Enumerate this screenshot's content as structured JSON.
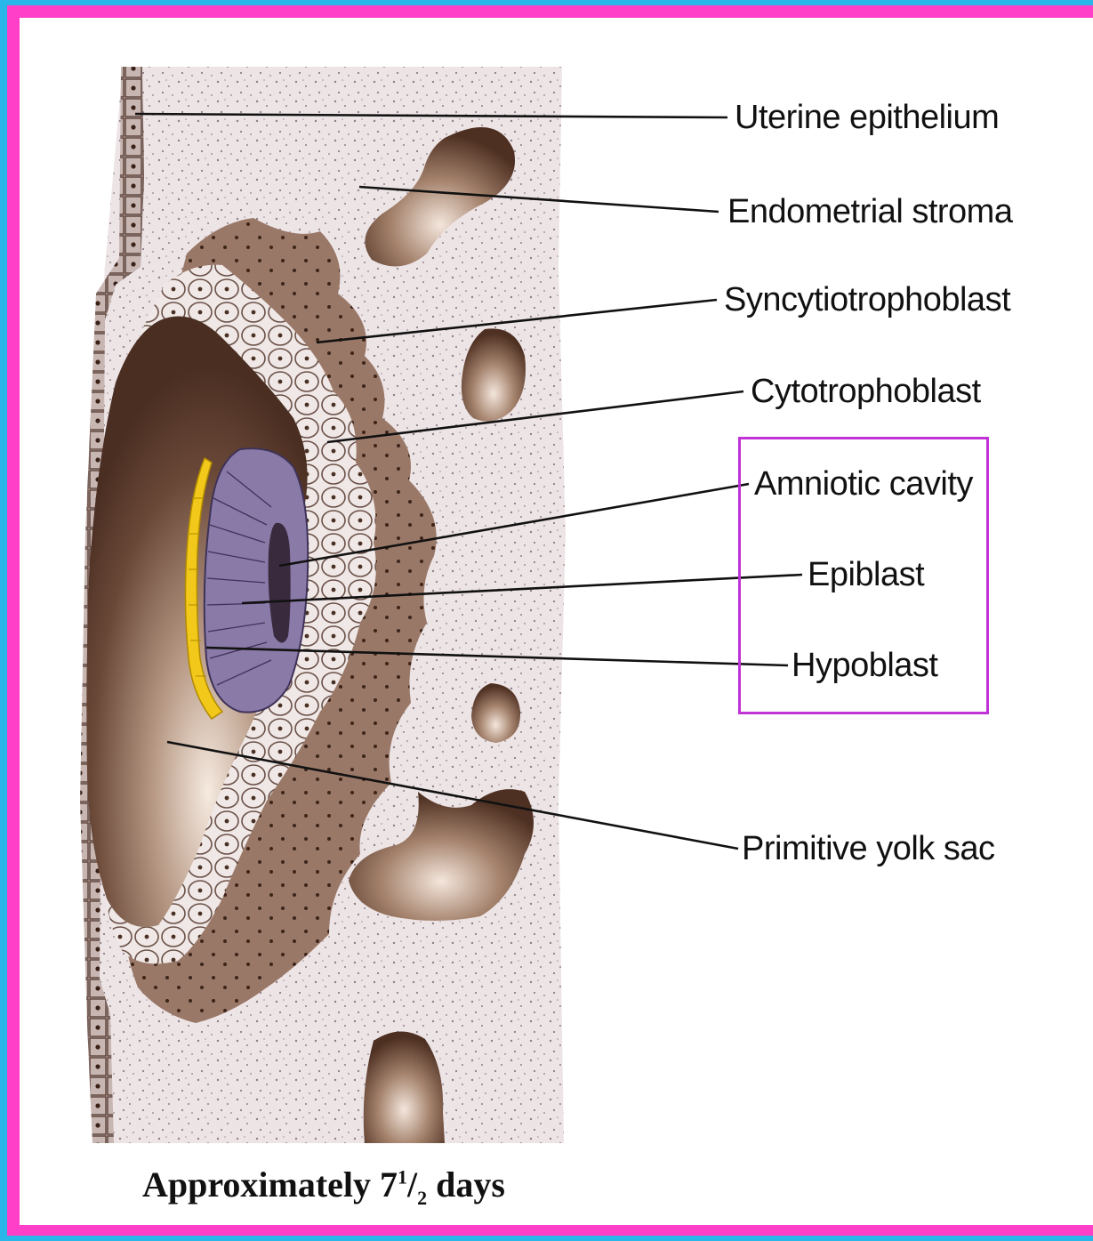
{
  "labels": {
    "uterine_epithelium": "Uterine epithelium",
    "endometrial_stroma": "Endometrial stroma",
    "syncytiotrophoblast": "Syncytiotrophoblast",
    "cytotrophoblast": "Cytotrophoblast",
    "amniotic_cavity": "Amniotic cavity",
    "epiblast": "Epiblast",
    "hypoblast": "Hypoblast",
    "primitive_yolk_sac": "Primitive yolk sac"
  },
  "caption": {
    "prefix": "Approximately 7",
    "frac_num": "1",
    "frac_sep": "/",
    "frac_den": "2",
    "suffix": " days"
  },
  "colors": {
    "frame": "#ff3fc8",
    "background_band": "#29b6e8",
    "highlight_box": "#c033d6",
    "stroma": "#ede4e6",
    "syncytio": "#9a7868",
    "cavity": "#5a3a2a",
    "epiblast": "#8a7aa8",
    "hypoblast": "#f2c81a"
  }
}
